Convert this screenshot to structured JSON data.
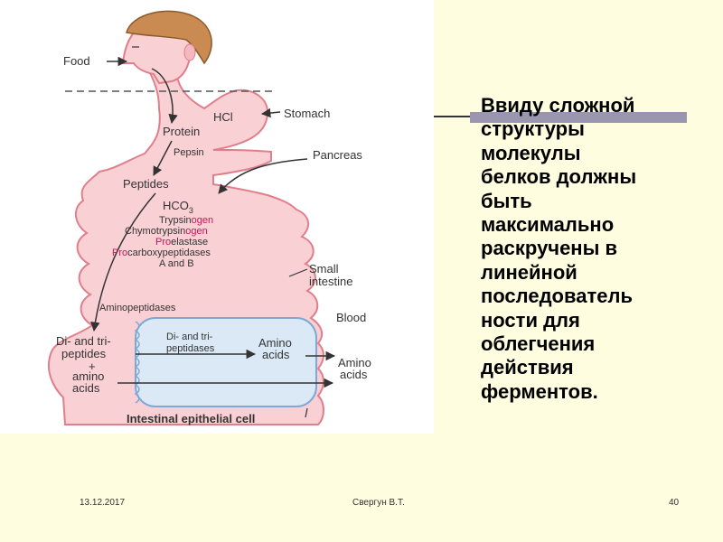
{
  "diagram": {
    "labels": {
      "food": "Food",
      "hcl": "HCl",
      "stomach": "Stomach",
      "protein": "Protein",
      "pepsin": "Pepsin",
      "pancreas": "Pancreas",
      "peptides": "Peptides",
      "hco3": "HCO",
      "hco3_sub": "3",
      "trypsin_pre": "Trypsin",
      "trypsin_suf": "ogen",
      "chymo_pre": "Chymotrypsin",
      "chymo_suf": "ogen",
      "pro1": "Pro",
      "pro1_suf": "elastase",
      "pro2": "Pro",
      "pro2_suf": "carboxypeptidases",
      "a_and_b": "A and B",
      "small_intestine_1": "Small",
      "small_intestine_2": "intestine",
      "aminopeptidases": "Aminopeptidases",
      "blood": "Blood",
      "di_tri_1": "Di- and tri-",
      "di_tri_2": "peptides",
      "plus": "+",
      "amino_1": "amino",
      "amino_2": "acids",
      "dtp_1": "Di- and tri-",
      "dtp_2": "peptidases",
      "aa_cell_1": "Amino",
      "aa_cell_2": "acids",
      "aa_blood_1": "Amino",
      "aa_blood_2": "acids",
      "epithelial": "Intestinal epithelial cell"
    },
    "colors": {
      "gut_fill": "#f9d0d4",
      "gut_stroke": "#e07f8c",
      "cell_fill": "#dbe9f6",
      "cell_stroke": "#7ea8d4",
      "zymogen": "#c2185b"
    }
  },
  "slide": {
    "body_text": "Ввиду сложной\nструктуры\nмолекулы\nбелков должны\nбыть\nмаксимально\nраскручены в\nлинейной\nпоследователь\nности для\nоблегчения\nдействия\nферментов.",
    "footer_date": "13.12.2017",
    "footer_author": "Свергун В.Т.",
    "footer_page": "40"
  }
}
